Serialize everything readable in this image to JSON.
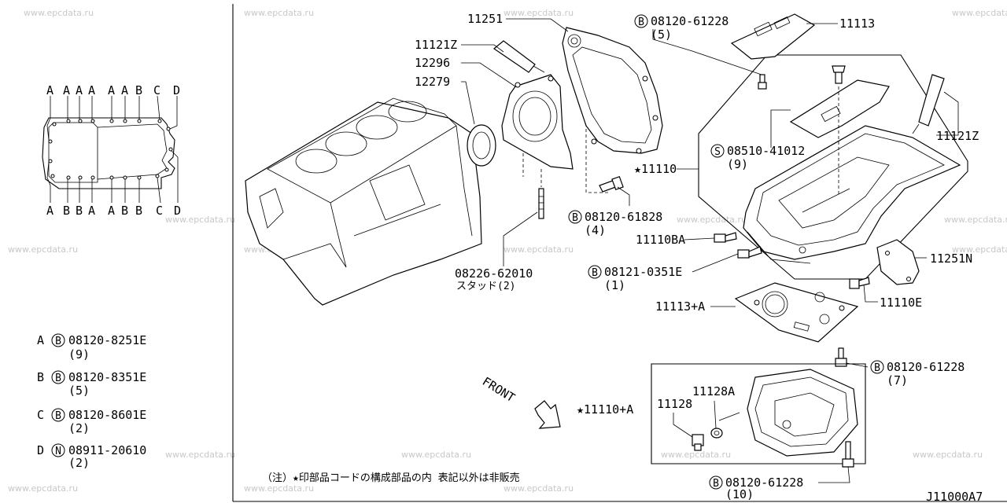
{
  "watermark": "www.epcdata.ru",
  "drawing_no": "J11000A7",
  "note": "（注）★印部品コードの構成部品の内 表記以外は非販売",
  "front_label": "FRONT",
  "legend": [
    {
      "key": "A",
      "prefix": "B",
      "part": "08120-8251E",
      "qty": "(9)"
    },
    {
      "key": "B",
      "prefix": "B",
      "part": "08120-8351E",
      "qty": "(5)"
    },
    {
      "key": "C",
      "prefix": "B",
      "part": "08120-8601E",
      "qty": "(2)"
    },
    {
      "key": "D",
      "prefix": "N",
      "part": "08911-20610",
      "qty": "(2)"
    }
  ],
  "pan_top_letters": [
    "A",
    "A",
    "A",
    "A",
    "A",
    "A",
    "B",
    "C",
    "D"
  ],
  "pan_bottom_letters": [
    "A",
    "B",
    "B",
    "A",
    "A",
    "B",
    "B",
    "C",
    "D"
  ],
  "callouts": {
    "p11251": "11251",
    "p11121z_left": "11121Z",
    "p12296": "12296",
    "p12279": "12279",
    "p08226": "08226-62010",
    "p08226_sub": "スタッド(2)",
    "p08120_61228_top": "08120-61228",
    "p08120_61228_top_qty": "(5)",
    "p11113": "11113",
    "p11121z_right": "11121Z",
    "p08510": "08510-41012",
    "p08510_qty": "(9)",
    "p11110": "★11110",
    "p08120_61828": "08120-61828",
    "p08120_61828_qty": "(4)",
    "p11110ba": "11110BA",
    "p08121": "08121-0351E",
    "p08121_qty": "(1)",
    "p11251n": "11251N",
    "p11110e": "11110E",
    "p11113a": "11113+A",
    "p08120_61228_mid": "08120-61228",
    "p08120_61228_mid_qty": "(7)",
    "p11128a": "11128A",
    "p11128": "11128",
    "p11110a": "★11110+A",
    "p08120_61228_bot": "08120-61228",
    "p08120_61228_bot_qty": "(10)"
  },
  "prefix_symbols": {
    "bolt": "B",
    "screw": "S"
  }
}
